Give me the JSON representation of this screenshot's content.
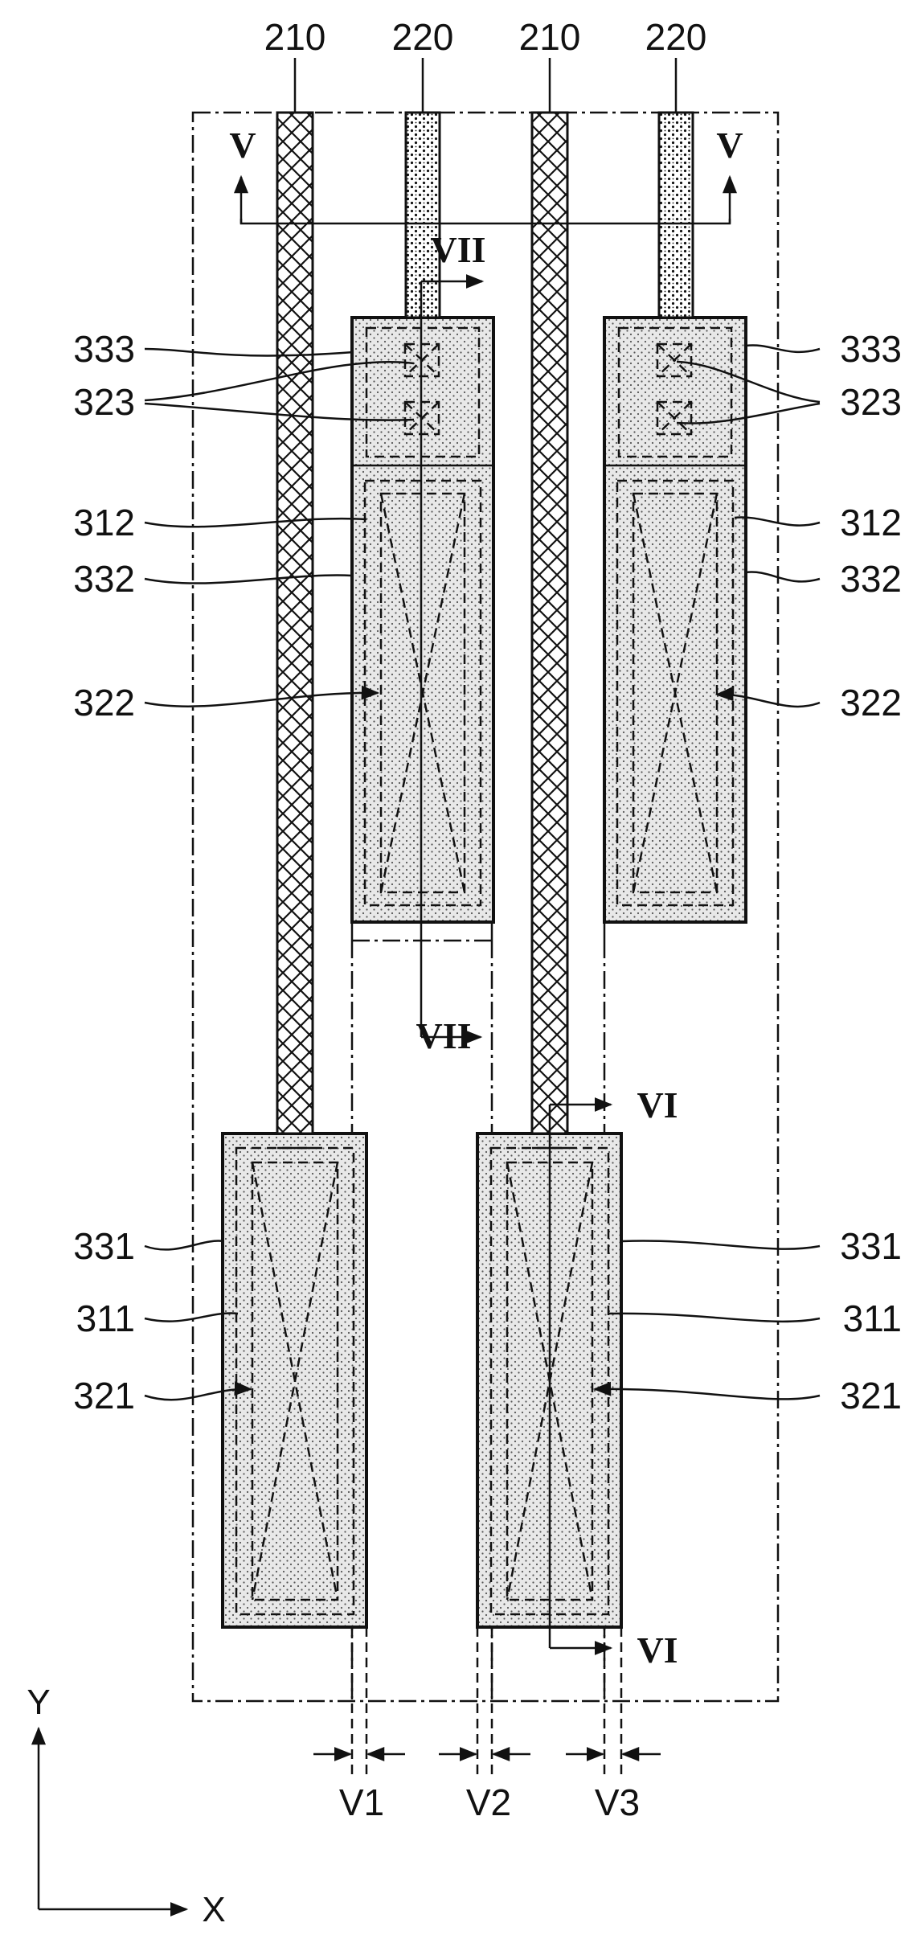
{
  "figure": {
    "wiring": {
      "first_top_label": "210",
      "second_top_label": "220",
      "third_top_label": "210",
      "fourth_top_label": "220"
    },
    "sections": {
      "v_left": "V",
      "v_right": "V",
      "vi_top": "VI",
      "vi_bottom": "VI",
      "vii_top": "VII",
      "vii_bottom": "VII"
    },
    "left_labels": {
      "l333": "333",
      "l323": "323",
      "l312": "312",
      "l332": "332",
      "l322": "322",
      "l331": "331",
      "l311": "311",
      "l321": "321"
    },
    "right_labels": {
      "r333": "333",
      "r323": "323",
      "r312": "312",
      "r332": "332",
      "r322": "322",
      "r331": "331",
      "r311": "311",
      "r321": "321"
    },
    "gaps": {
      "v1": "V1",
      "v2": "V2",
      "v3": "V3"
    },
    "axes": {
      "y": "Y",
      "x": "X"
    }
  }
}
